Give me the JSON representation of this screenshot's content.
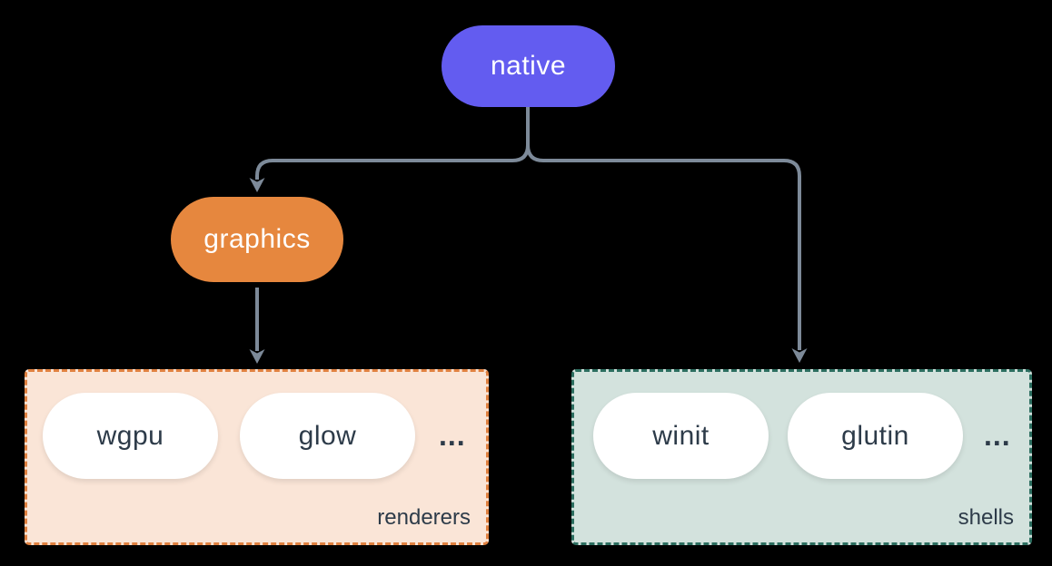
{
  "diagram": {
    "background": "#000000",
    "connector_color": "#7d8a99",
    "nodes": {
      "native": {
        "label": "native",
        "bg": "#635cf0",
        "text": "#ffffff"
      },
      "graphics": {
        "label": "graphics",
        "bg": "#e6873e",
        "text": "#ffffff"
      }
    },
    "groups": {
      "renderers": {
        "label": "renderers",
        "bg": "#fae5d7",
        "border": "#e08140",
        "label_color": "#2d3b49",
        "item_bg": "#ffffff",
        "item_text": "#2d3b49",
        "items": [
          "wgpu",
          "glow"
        ],
        "ellipsis": "..."
      },
      "shells": {
        "label": "shells",
        "bg": "#d3e2dd",
        "border": "#2c6e60",
        "label_color": "#2d3b49",
        "item_bg": "#ffffff",
        "item_text": "#2d3b49",
        "items": [
          "winit",
          "glutin"
        ],
        "ellipsis": "..."
      }
    }
  }
}
